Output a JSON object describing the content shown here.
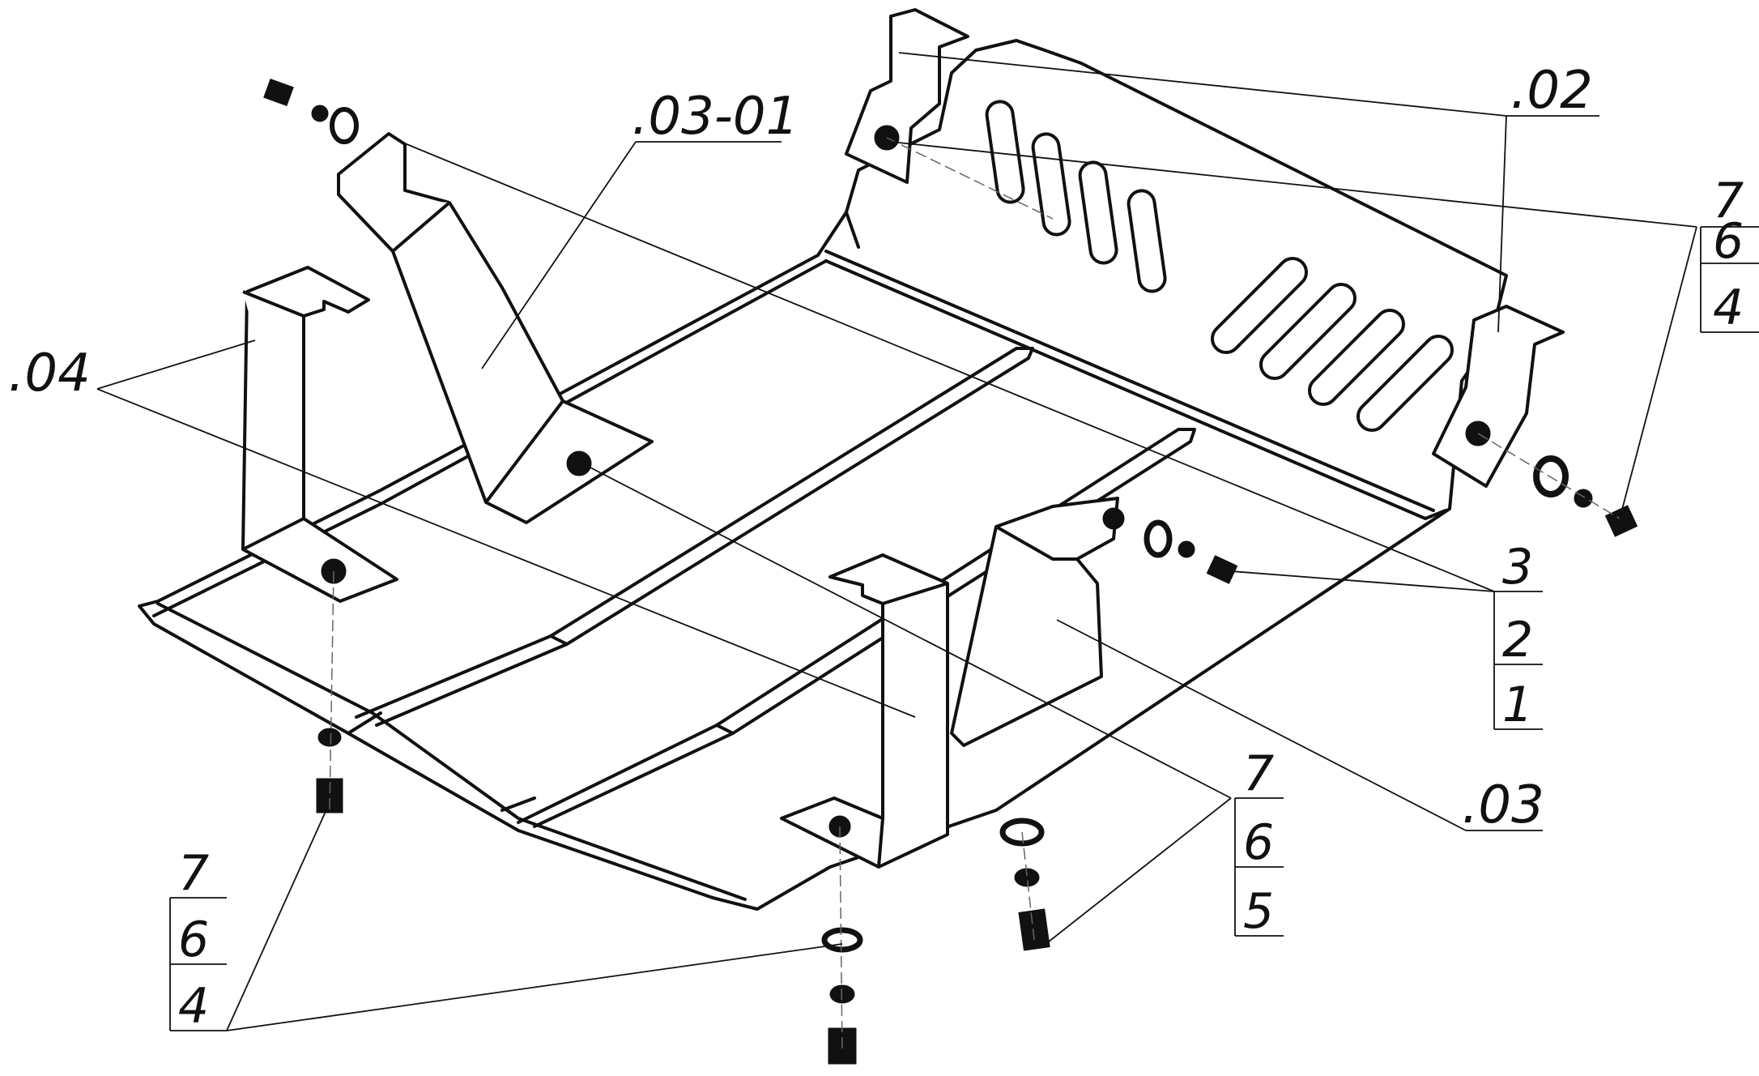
{
  "callouts": {
    "part_03_01": ".03-01",
    "part_02": ".02",
    "part_04": ".04",
    "part_03": ".03"
  },
  "stacks": {
    "top_right": [
      "7",
      "6",
      "4"
    ],
    "mid_right": [
      "3",
      "2",
      "1"
    ],
    "bottom_mid": [
      "7",
      "6",
      "5"
    ],
    "bottom_left": [
      "7",
      "6",
      "4"
    ]
  }
}
